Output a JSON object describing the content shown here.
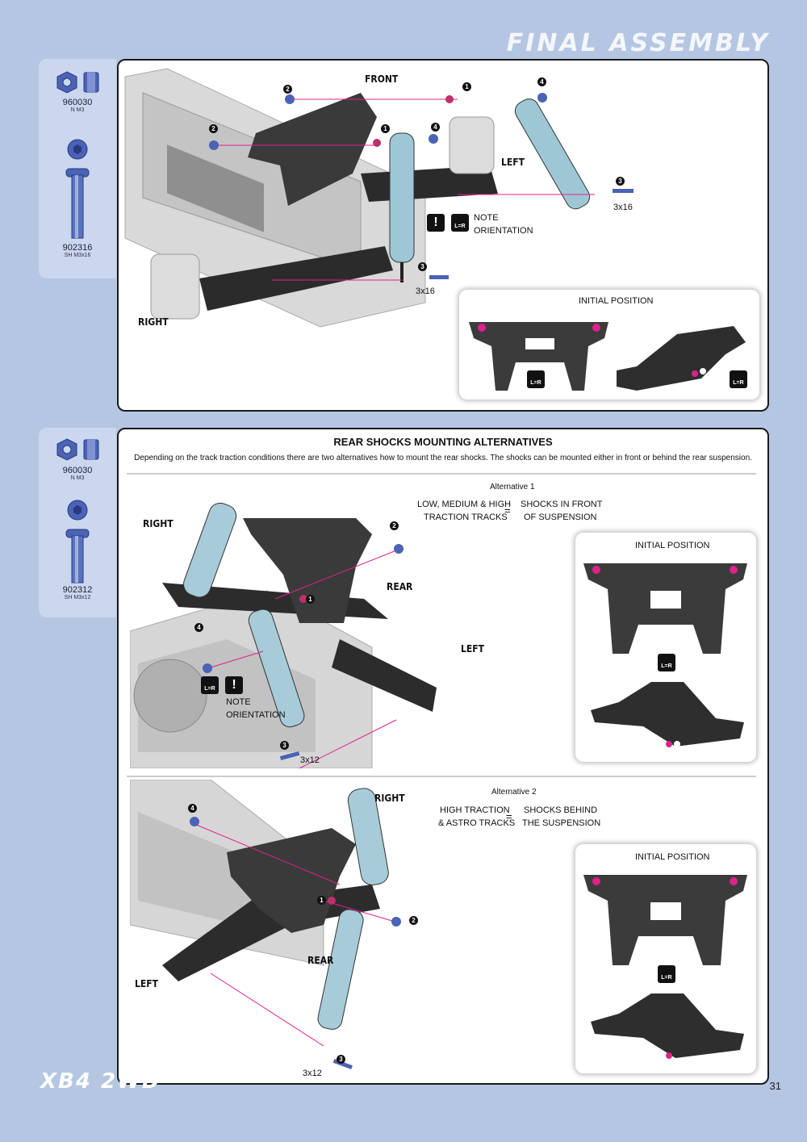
{
  "header": {
    "title": "FINAL ASSEMBLY"
  },
  "parts_top": [
    {
      "code": "960030",
      "desc": "N M3"
    },
    {
      "code": "902316",
      "desc": "SH M3x16"
    }
  ],
  "parts_bottom": [
    {
      "code": "960030",
      "desc": "N M3"
    },
    {
      "code": "902312",
      "desc": "SH M3x12"
    }
  ],
  "top_panel": {
    "front": "FRONT",
    "left": "LEFT",
    "right": "RIGHT",
    "screw1": "3x16",
    "screw2": "3x16",
    "note": "NOTE",
    "orientation": "ORIENTATION",
    "initial_position": "INITIAL POSITION",
    "numbers": [
      "1",
      "2",
      "3",
      "4"
    ],
    "warn": "!",
    "lr": "L=R"
  },
  "bottom_panel": {
    "title": "REAR SHOCKS MOUNTING ALTERNATIVES",
    "subtitle": "Depending on the track traction conditions there are two alternatives how to mount the rear shocks. The shocks can be mounted either in front or behind the rear suspension.",
    "alt1": {
      "label": "Alternative 1",
      "left_text_1": "LOW, MEDIUM & HIGH",
      "left_text_2": "TRACTION TRACKS",
      "equals": "=",
      "right_text_1": "SHOCKS IN FRONT",
      "right_text_2": "OF SUSPENSION",
      "right": "RIGHT",
      "rear": "REAR",
      "left": "LEFT",
      "note": "NOTE",
      "orientation": "ORIENTATION",
      "screw": "3x12",
      "initial_position": "INITIAL POSITION"
    },
    "alt2": {
      "label": "Alternative 2",
      "left_text_1": "HIGH TRACTION",
      "left_text_2": "& ASTRO TRACKS",
      "equals": "=",
      "right_text_1": "SHOCKS BEHIND",
      "right_text_2": "THE SUSPENSION",
      "right": "RIGHT",
      "rear": "REAR",
      "left": "LEFT",
      "screw": "3x12",
      "initial_position": "INITIAL POSITION"
    }
  },
  "footer": {
    "model": "XB4 2WD",
    "page": "31"
  },
  "colors": {
    "background": "#b5c6e3",
    "panel_bg": "#ffffff",
    "accent": "#e0208c",
    "nut": "#4a63b5"
  }
}
